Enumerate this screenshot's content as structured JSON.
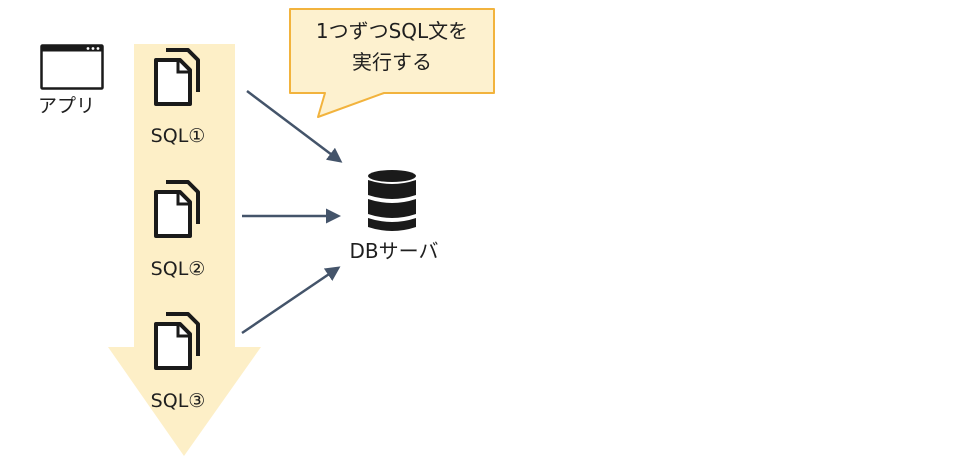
{
  "diagram": {
    "app_label": "アプリ",
    "sql_items": [
      {
        "label": "SQL①"
      },
      {
        "label": "SQL②"
      },
      {
        "label": "SQL③"
      }
    ],
    "server_label": "DBサーバ",
    "callout": {
      "line1": "1つずつSQL文を",
      "line2": "実行する"
    },
    "colors": {
      "flow_arrow": "#fdefc7",
      "callout_fill": "#fdf1cf",
      "callout_border": "#f2b33d",
      "connector": "#44546a",
      "icon": "#1a1a1a"
    },
    "icons": {
      "app": "window-icon",
      "sql": "document-icon",
      "server": "database-icon"
    }
  }
}
